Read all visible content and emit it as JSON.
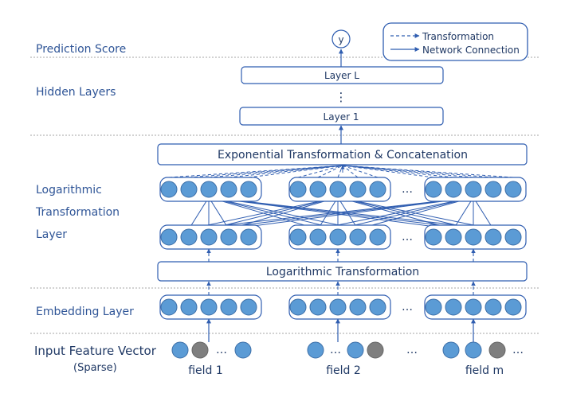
{
  "colors": {
    "blue": "#2f5db0",
    "node_fill": "#5b9bd5",
    "node_stroke": "#3d6fa8",
    "gray_node": "#7f7f7f",
    "separator": "#a6a6a6",
    "text_blue": "#2f5597",
    "text_dark": "#1f3864"
  },
  "legend": {
    "transformation": "Transformation",
    "network_connection": "Network Connection"
  },
  "output_node": "y",
  "layers": {
    "prediction": "Prediction Score",
    "hidden": "Hidden Layers",
    "log_line1": "Logarithmic",
    "log_line2": "Transformation",
    "log_line3": "Layer",
    "embedding": "Embedding Layer",
    "input_line1": "Input Feature Vector",
    "input_line2": "(Sparse)"
  },
  "boxes": {
    "layer_l": "Layer L",
    "hidden_dots": "⋮",
    "layer_1": "Layer 1",
    "exp_concat": "Exponential Transformation & Concatenation",
    "log_transform": "Logarithmic Transformation"
  },
  "ellipsis": "…",
  "fields": [
    "field 1",
    "field 2",
    "field m"
  ]
}
